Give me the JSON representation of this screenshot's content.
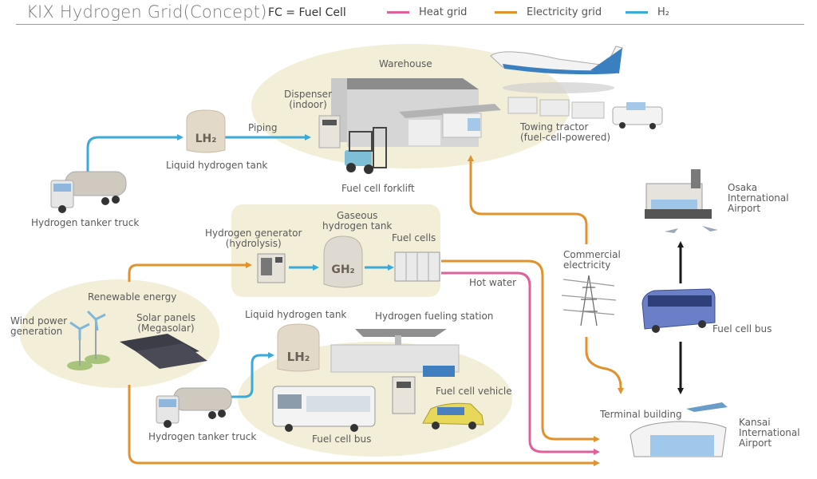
{
  "header": {
    "title": "KIX Hydrogen Grid(Concept)",
    "fc_note": "FC = Fuel Cell"
  },
  "legend": [
    {
      "label": "Heat grid",
      "color": "#e0609a"
    },
    {
      "label": "Electricity grid",
      "color": "#e0922e"
    },
    {
      "label": "H₂",
      "color": "#3aaad8"
    }
  ],
  "colors": {
    "zone_fill": "#f3eed8",
    "heat": "#e0609a",
    "electricity": "#e0922e",
    "h2": "#3aaad8",
    "bus_route": "#1a1a1a"
  },
  "labels": {
    "warehouse": "Warehouse",
    "dispenser": "Dispenser\n(indoor)",
    "piping": "Piping",
    "lh2_tank_top": "Liquid hydrogen tank",
    "tanker_top": "Hydrogen tanker truck",
    "forklift": "Fuel cell forklift",
    "towing_tractor": "Towing tractor\n(fuel-cell-powered)",
    "gaseous_tank": "Gaseous\nhydrogen tank",
    "h2_generator": "Hydrogen generator\n(hydrolysis)",
    "fuel_cells": "Fuel cells",
    "hot_water": "Hot water",
    "renewable": "Renewable energy",
    "wind": "Wind power\ngeneration",
    "solar": "Solar panels\n(Megasolar)",
    "lh2_tank_bottom": "Liquid hydrogen tank",
    "fueling_station": "Hydrogen fueling station",
    "fc_vehicle": "Fuel cell vehicle",
    "tanker_bottom": "Hydrogen tanker truck",
    "fc_bus_station": "Fuel cell bus",
    "commercial_elec": "Commercial\nelectricity",
    "osaka_airport": "Osaka\nInternational\nAirport",
    "fc_bus_shuttle": "Fuel cell bus",
    "terminal": "Terminal building",
    "kansai_airport": "Kansai\nInternational\nAirport"
  },
  "tanks": {
    "lh2": "LH₂",
    "gh2": "GH₂"
  }
}
